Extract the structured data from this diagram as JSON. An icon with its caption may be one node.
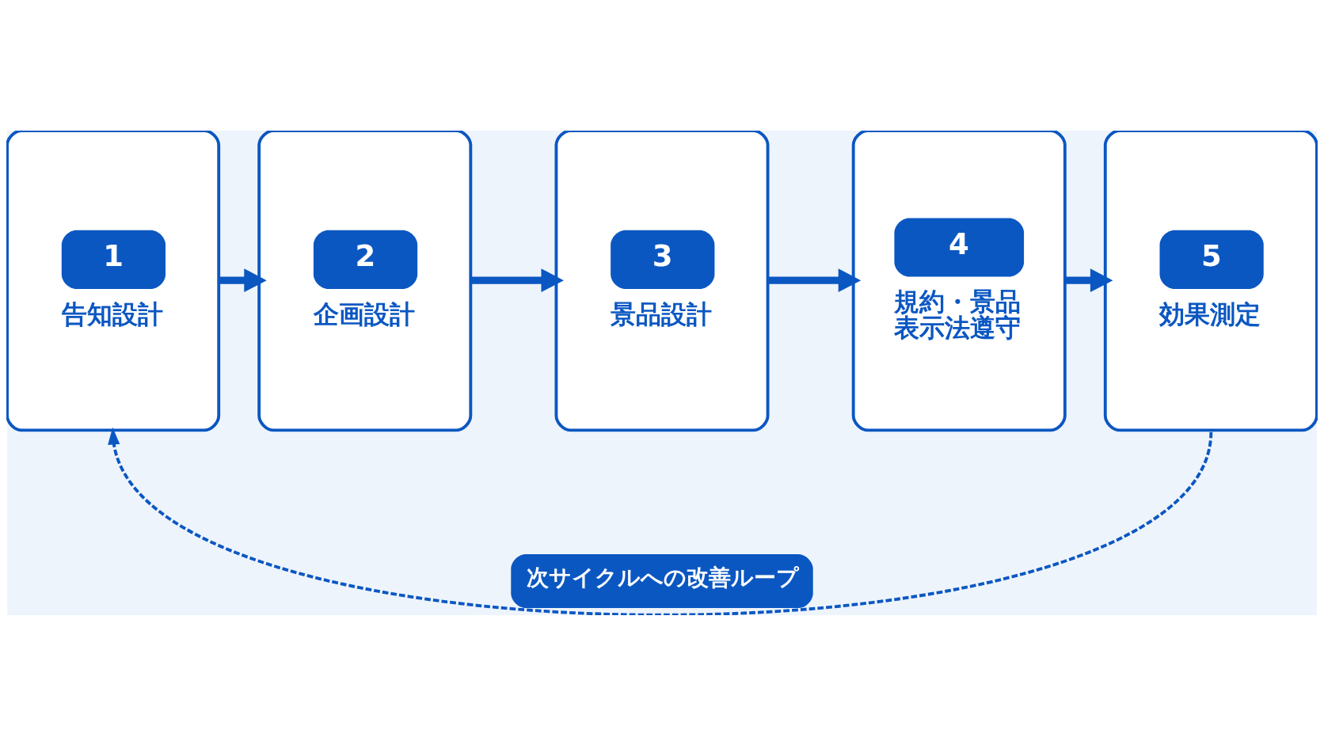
{
  "diagram": {
    "nodes": [
      {
        "text": [
          "1",
          "告知設計"
        ]
      },
      {
        "text": [
          "2",
          "企画設計"
        ]
      },
      {
        "text": [
          "3",
          "景品設計"
        ]
      },
      {
        "text": [
          "4",
          "規約・景品表示法遵守"
        ]
      },
      {
        "text": [
          "5",
          "効果測定"
        ]
      }
    ],
    "edges": [
      {
        "from": 0,
        "to": 1,
        "arrow": "to"
      },
      {
        "from": 1,
        "to": 2,
        "arrow": "to"
      },
      {
        "from": 2,
        "to": 3,
        "arrow": "to"
      },
      {
        "from": 3,
        "to": 4,
        "arrow": "to"
      },
      {
        "from": 4,
        "to": 0,
        "arrow": "to",
        "style": "dashed",
        "label": "次サイクルへの改善ループ"
      }
    ]
  }
}
